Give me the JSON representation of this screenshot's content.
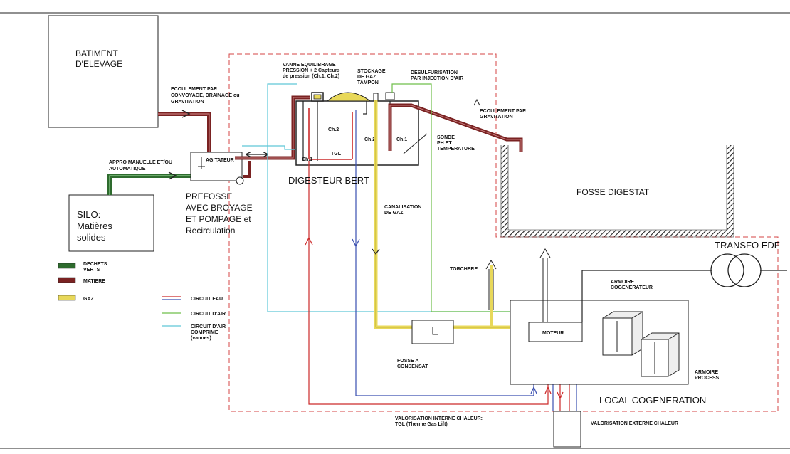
{
  "labels": {
    "batiment": [
      "BATIMENT",
      "D'ELEVAGE"
    ],
    "ecoulement_convoyage": [
      "ECOULEMENT PAR",
      "CONVOYAGE, DRAINAGE ou",
      "GRAVITATION"
    ],
    "appro": [
      "APPRO MANUELLE ET/OU",
      "AUTOMATIQUE"
    ],
    "agitateur": "AGITATEUR",
    "silo": [
      "SILO:",
      "Matières",
      "solides"
    ],
    "prefosse": [
      "PREFOSSE",
      "AVEC BROYAGE",
      "ET POMPAGE et",
      "Recirculation"
    ],
    "vanne": [
      "VANNE EQUILIBRAGE",
      "PRESSION + 2 Capteurs",
      "de pression (Ch.1, Ch.2)"
    ],
    "stockage": [
      "STOCKAGE",
      "DE GAZ",
      "TAMPON"
    ],
    "desulfurisation": [
      "DESULFURISATION",
      "PAR INJECTION D'AIR"
    ],
    "ecoulement_gravitation": [
      "ECOULEMENT PAR",
      "GRAVITATION"
    ],
    "sonde": [
      "SONDE",
      "PH ET",
      "TEMPERATURE"
    ],
    "ch1_left": "Ch.1",
    "ch2_mid": "Ch.2",
    "tgl": "TGL",
    "ch2_right": "Ch.2",
    "ch1_right": "Ch.1",
    "digesteur": "DIGESTEUR BERT",
    "canalisation": [
      "CANALISATION",
      "DE GAZ"
    ],
    "fosse_digestat": "FOSSE DIGESTAT",
    "torchere": "TORCHERE",
    "transfo": "TRANSFO EDF",
    "armoire_cogen": [
      "ARMOIRE",
      "COGENERATEUR"
    ],
    "moteur": "MOTEUR",
    "armoire_process": [
      "ARMOIRE",
      "PROCESS"
    ],
    "local_cogen": "LOCAL COGENERATION",
    "fosse_condensat": [
      "FOSSE A",
      "CONSENSAT"
    ],
    "valorisation_interne": [
      "VALORISATION INTERNE CHALEUR:",
      "TGL (Therme Gas Lift)"
    ],
    "valorisation_externe": "VALORISATION EXTERNE CHALEUR"
  },
  "legend_left": [
    {
      "label": [
        "DECHETS",
        "VERTS"
      ],
      "color": "#2e6b2e"
    },
    {
      "label": [
        "MATIERE"
      ],
      "color": "#7a2222"
    },
    {
      "label": [
        "GAZ"
      ],
      "color": "#e8d85a"
    }
  ],
  "legend_right": [
    {
      "label": [
        "CIRCUIT EAU"
      ],
      "colors": [
        "#cc2a2a",
        "#3a4fb0"
      ]
    },
    {
      "label": [
        "CIRCUIT D'AIR"
      ],
      "colors": [
        "#6fbf4a"
      ]
    },
    {
      "label": [
        "CIRCUIT D'AIR",
        "COMPRIME",
        "(vannes)"
      ],
      "colors": [
        "#5fc7d8"
      ]
    }
  ],
  "colors": {
    "matiere": "#7a2222",
    "dechets": "#2e6b2e",
    "gaz": "#e8d85a",
    "eau_chaude": "#cc2a2a",
    "eau_froide": "#3a4fb0",
    "air": "#6fbf4a",
    "air_comprime": "#5fc7d8",
    "boundary": "#d64545"
  }
}
